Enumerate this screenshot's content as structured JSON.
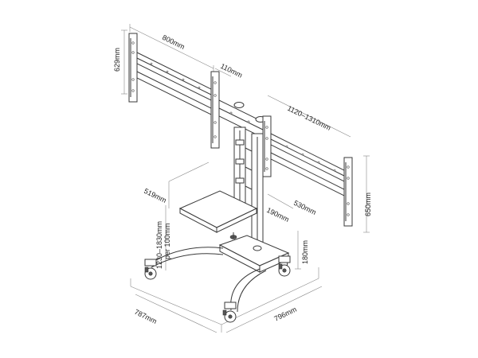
{
  "dimensions": {
    "bracket_width": "800mm",
    "bracket_height": "629mm",
    "bracket_gap": "110mm",
    "total_width_range": "1120–1310mm",
    "right_bracket_height": "650mm",
    "shelf_depth": "519mm",
    "shelf_width": "530mm",
    "shelf_offset": "190mm",
    "height_range": "1230–1830mm",
    "height_step": "per 100mm",
    "base_height": "180mm",
    "base_depth": "787mm",
    "base_width": "796mm"
  },
  "colors": {
    "line": "#3a3a3a",
    "guide": "#888888",
    "text": "#222222",
    "background": "#ffffff"
  }
}
